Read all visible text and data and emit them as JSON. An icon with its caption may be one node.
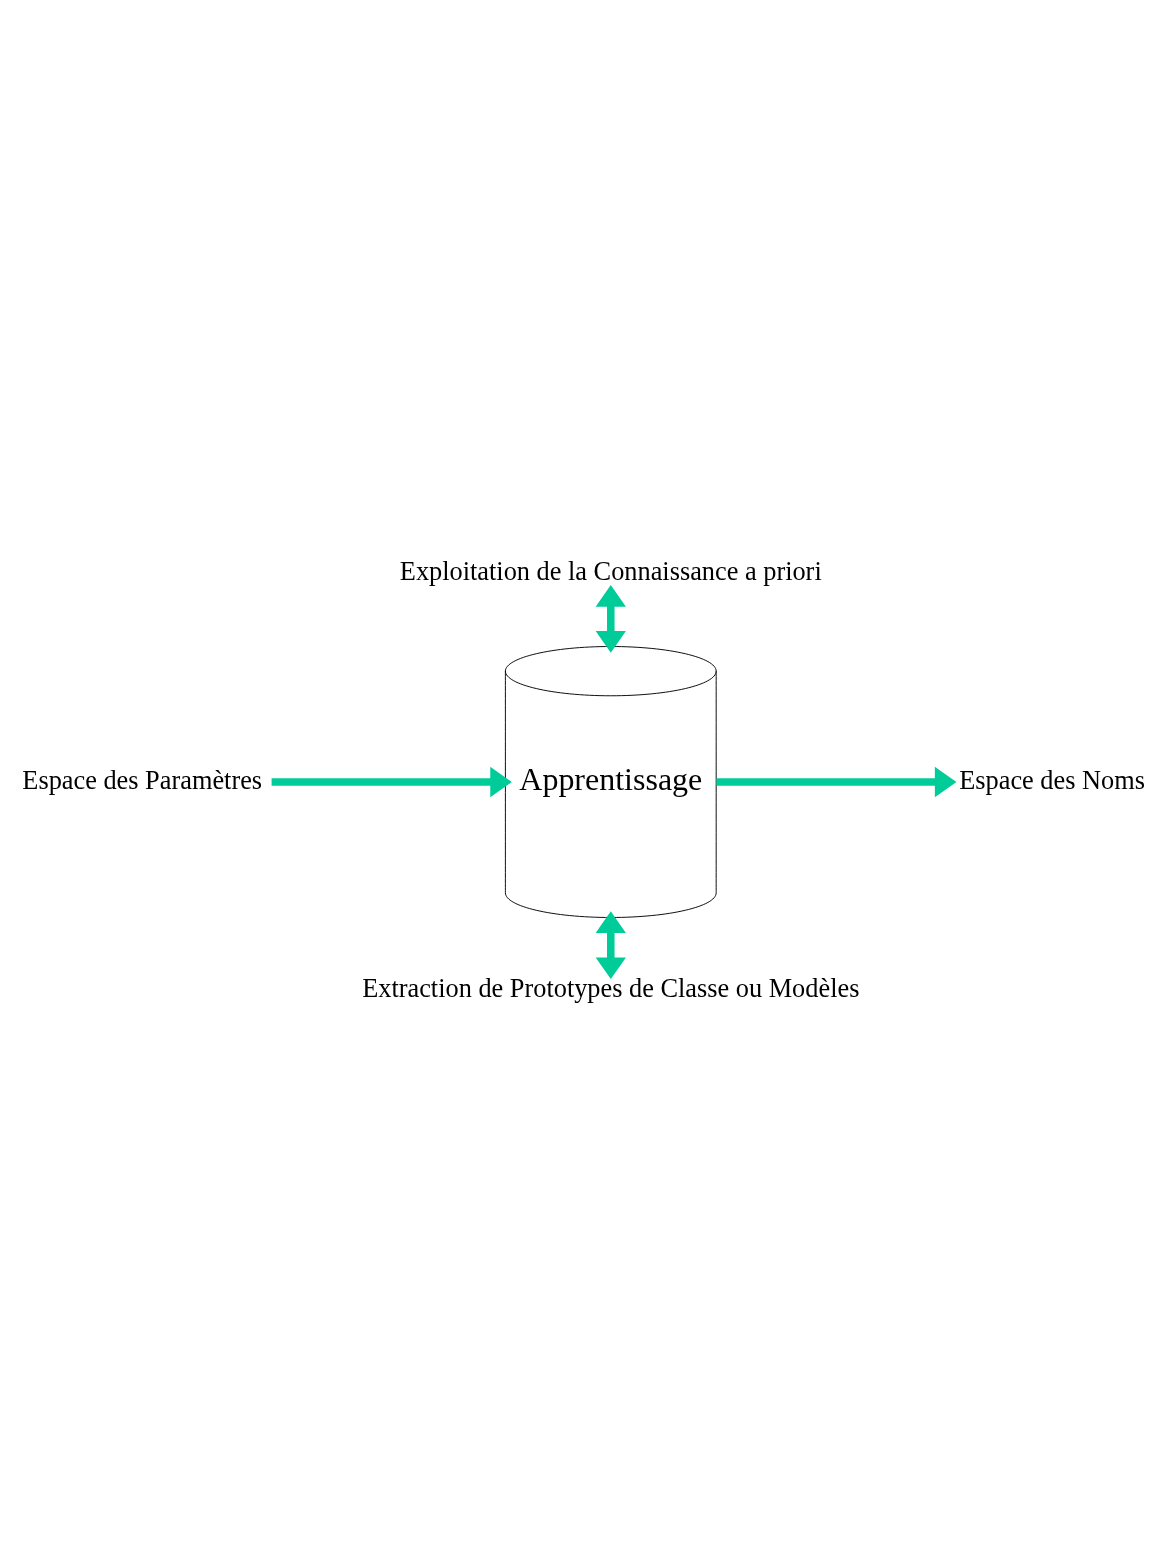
{
  "diagram": {
    "nodes": [
      {
        "text": [
          "Espace des Noms"
        ]
      },
      {
        "text": [
          "Exploitation de la Connaissance a priori"
        ]
      },
      {
        "text": [
          "Apprentissage"
        ]
      },
      {
        "text": [
          "Extraction de Prototypes de Classe ou Modèles"
        ]
      },
      {
        "text": [
          "Espace des Paramètres"
        ]
      }
    ],
    "edges": [
      {
        "from": 4,
        "to": 2,
        "arrow": "to"
      },
      {
        "from": 2,
        "to": 0,
        "arrow": "to"
      },
      {
        "from": 1,
        "to": 2,
        "arrow": "both"
      },
      {
        "from": 2,
        "to": 3,
        "arrow": "both"
      }
    ]
  }
}
